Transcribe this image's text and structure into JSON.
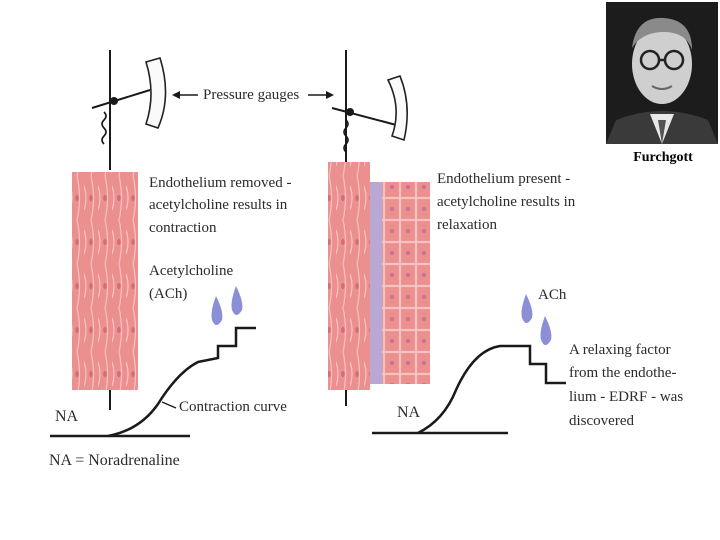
{
  "labels": {
    "pressure_gauges": "Pressure gauges",
    "left_caption": [
      "Endothelium removed -",
      "acetylcholine results in",
      "contraction"
    ],
    "acetylcholine": [
      "Acetylcholine",
      "(ACh)"
    ],
    "left_na": "NA",
    "contraction_curve": "Contraction curve",
    "na_definition": "NA = Noradrenaline",
    "right_caption": [
      "Endothelium present -",
      "acetylcholine results in",
      "relaxation"
    ],
    "right_ach": "ACh",
    "right_na": "NA",
    "relaxing_factor": [
      "A relaxing factor",
      "from the endothe-",
      "lium - EDRF - was",
      "discovered"
    ]
  },
  "photo": {
    "caption": "Furchgott"
  },
  "colors": {
    "muscle": "#e88585",
    "muscle_light": "#f2b0b0",
    "endothelium": "#b9a7d4",
    "drop": "#8b8fd6",
    "ink": "#1a1a1a"
  }
}
